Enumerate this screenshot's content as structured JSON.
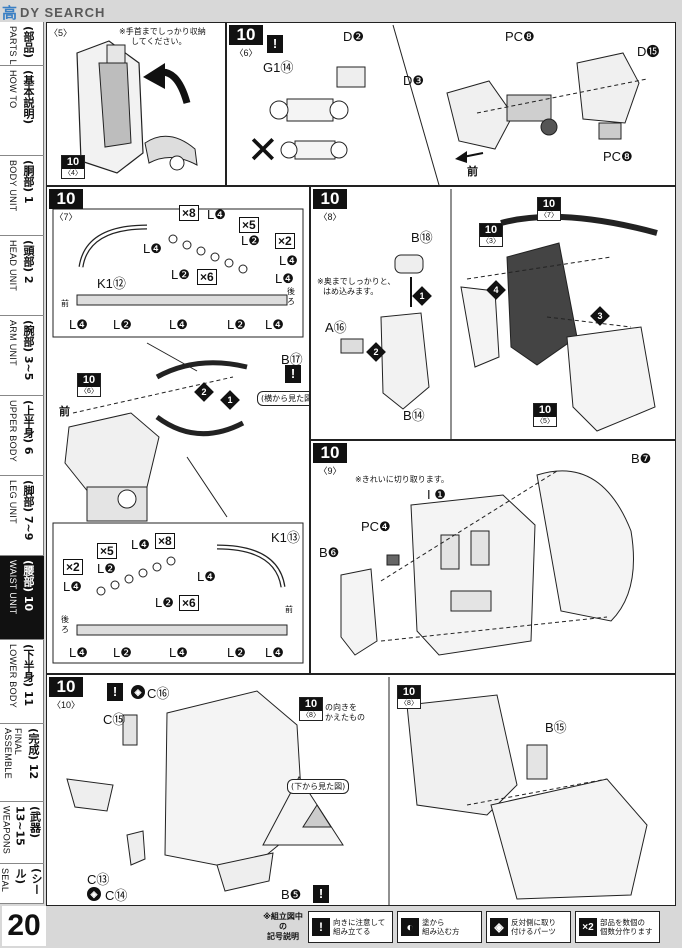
{
  "watermark": {
    "logo": "高",
    "text": "DY SEARCH"
  },
  "index_tabs": [
    {
      "jp": "(部品)",
      "en": "PARTS L"
    },
    {
      "jp": "(基本説明)",
      "en": "HOW TO"
    },
    {
      "jp": "(胴部) 1",
      "en": "BODY UNIT"
    },
    {
      "jp": "(頭部) 2",
      "en": "HEAD UNIT"
    },
    {
      "jp": "(腕部) 3~5",
      "en": "ARM UNIT"
    },
    {
      "jp": "(上半身) 6",
      "en": "UPPER BODY"
    },
    {
      "jp": "(脚部) 7~9",
      "en": "LEG UNIT"
    },
    {
      "jp": "(腰部) 10",
      "en": "WAIST UNIT"
    },
    {
      "jp": "(下半身) 11",
      "en": "LOWER BODY"
    },
    {
      "jp": "(完成) 12",
      "en": "FINAL ASSEMBLE"
    },
    {
      "jp": "(武器) 13~15",
      "en": "WEAPONS"
    },
    {
      "jp": "(シール)",
      "en": "SEAL"
    }
  ],
  "page_number": "20",
  "panels": {
    "p5": {
      "sub": "〈5〉",
      "note_l1": "※手首までしっかり収納",
      "note_l2": "してください。",
      "ref_num": "10",
      "ref_sub": "〈4〉"
    },
    "p6a": {
      "num": "10",
      "sub": "〈6〉",
      "warn": "!",
      "label_g1": "G1⑭",
      "label_d2": "D❷",
      "bad_mark": "✕"
    },
    "p6b": {
      "label_pc8_top": "PC❽",
      "label_d15": "D⓯",
      "label_d3": "D❸",
      "label_pc8_bottom": "PC❽",
      "front": "前"
    },
    "p7": {
      "num": "10",
      "sub": "〈7〉",
      "top": {
        "k": "K1⑫",
        "counts": [
          "×8",
          "×5",
          "×2",
          "×6"
        ],
        "labels": [
          "L❹",
          "L❹",
          "L❷",
          "L❹",
          "L❷",
          "L❹"
        ],
        "front": "前",
        "back": "後ろ",
        "row": [
          "L❹",
          "L❷",
          "L❹",
          "L❷",
          "L❹"
        ]
      },
      "mid": {
        "ref_num": "10",
        "ref_sub": "〈6〉",
        "front": "前",
        "b17": "B⑰",
        "warn": "!",
        "sideview": "(横から見た図)",
        "steps": [
          "1",
          "2"
        ]
      },
      "bottom": {
        "k": "K1⑬",
        "counts": [
          "×8",
          "×5",
          "×2",
          "×6"
        ],
        "labels": [
          "L❹",
          "L❷",
          "L❹",
          "L❹",
          "L❷",
          "L❹"
        ],
        "front": "前",
        "back": "後ろ",
        "row": [
          "L❹",
          "L❷",
          "L❹",
          "L❷",
          "L❹"
        ]
      }
    },
    "p8": {
      "num": "10",
      "sub": "〈8〉",
      "b18": "B⑱",
      "note_l1": "※奥までしっかりと、",
      "note_l2": "はめ込みます。",
      "a16": "A⑯",
      "b14": "B⑭",
      "steps": [
        "1",
        "2",
        "3",
        "4"
      ],
      "refs": [
        {
          "n": "10",
          "s": "〈7〉"
        },
        {
          "n": "10",
          "s": "〈3〉"
        },
        {
          "n": "10",
          "s": "〈5〉"
        }
      ]
    },
    "p9": {
      "num": "10",
      "sub": "〈9〉",
      "note": "※きれいに切り取ります。",
      "i1": "I ❶",
      "b7": "B❼",
      "pc4": "PC❹",
      "b6": "B❻"
    },
    "p10a": {
      "num": "10",
      "sub": "〈10〉",
      "warn": "!",
      "c16": "C⑯",
      "c15": "C⑮",
      "c13": "C⑬",
      "c14": "C⑭",
      "b5": "B❺",
      "ref_num": "10",
      "ref_sub": "〈8〉",
      "ref_note_l1": "の向きを",
      "ref_note_l2": "かえたもの",
      "bottom_view": "(下から見た図)"
    },
    "p10b": {
      "ref_num": "10",
      "ref_sub": "〈8〉",
      "b15": "B⑮"
    }
  },
  "legend": {
    "title_l1": "※組立図中の",
    "title_l2": "記号説明",
    "items": [
      {
        "icon": "!",
        "l1": "向きに注意して",
        "l2": "組み立てる"
      },
      {
        "icon": "◐",
        "l1": "塗から",
        "l2": "組み込む方"
      },
      {
        "icon": "◈",
        "l1": "反対側に取り",
        "l2": "付けるパーツ"
      },
      {
        "icon": "×2",
        "l1": "部品を数個の",
        "l2": "個数分作ります"
      }
    ]
  }
}
